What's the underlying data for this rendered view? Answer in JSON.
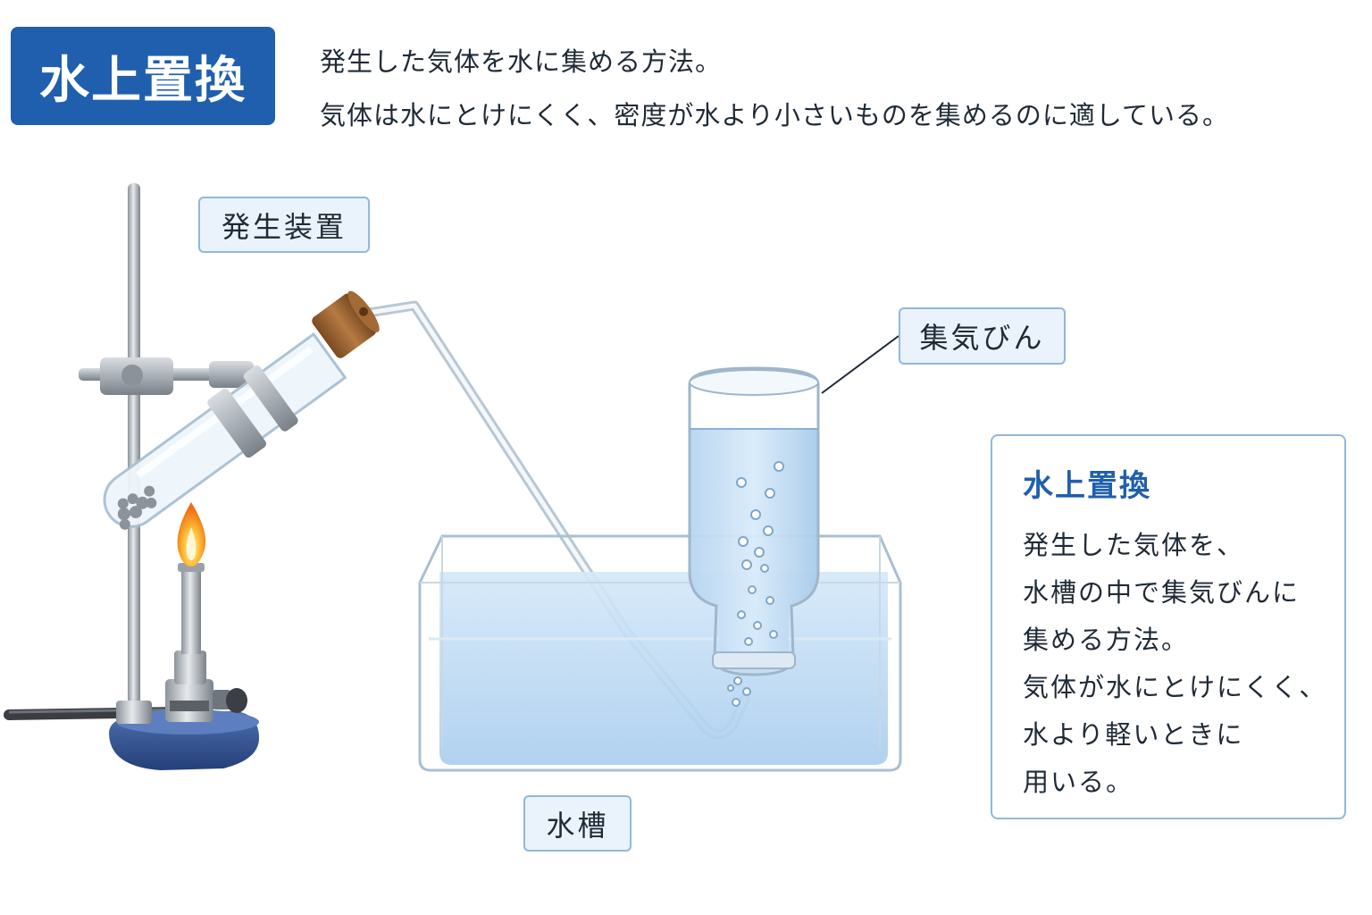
{
  "header": {
    "title": "水上置換",
    "intro_line1": "発生した気体を水に集める方法。",
    "intro_line2": "気体は水にとけにくく、密度が水より小さいものを集めるのに適している。"
  },
  "labels": {
    "generator": "発生装置",
    "collection_jar": "集気びん",
    "water_tank": "水槽"
  },
  "info_panel": {
    "title": "水上置換",
    "lines": [
      "発生した気体を、",
      "水槽の中で集気びんに",
      "集める方法。",
      "気体が水にとけにくく、",
      "水より軽いときに",
      "用いる。"
    ]
  },
  "colors": {
    "accent": "#1f5fae",
    "tag_fill": "#eaf3fb",
    "tag_border": "#8fb8dc",
    "water": "#bcd9f2",
    "flame": "#f5a623",
    "burner_base": "#2f4f8f"
  },
  "icons": [
    "ring-stand-icon",
    "test-tube-icon",
    "rubber-stopper-icon",
    "burner-icon",
    "flame-icon",
    "water-tank-icon",
    "collection-jar-icon",
    "bubbles-icon",
    "delivery-tube-icon"
  ]
}
